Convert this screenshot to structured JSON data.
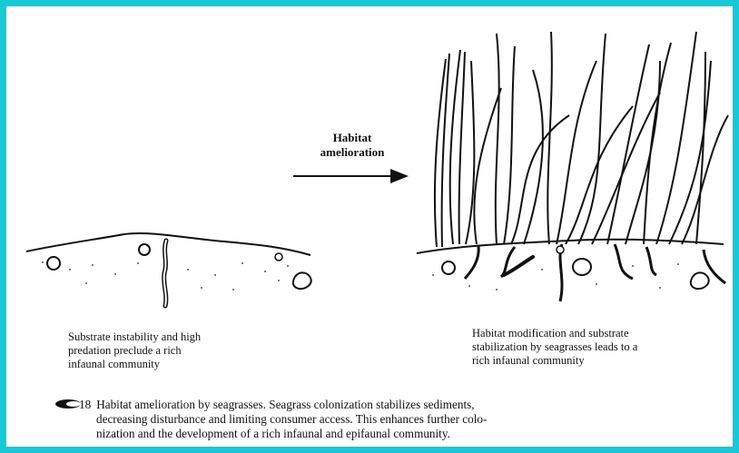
{
  "diagram": {
    "arrow_label": [
      "Habitat",
      "amelioration"
    ],
    "left_caption": [
      "Substrate instability and high",
      "predation preclude a rich",
      "infaunal community"
    ],
    "right_caption": [
      "Habitat modification and substrate",
      "stabilization by seagrasses leads to a",
      "rich infaunal community"
    ]
  },
  "figure": {
    "icon": "book-icon",
    "number": "18",
    "caption_lines": [
      "Habitat amelioration by seagrasses. Seagrass colonization stabilizes sediments,",
      "decreasing disturbance and limiting consumer access. This enhances further colo-",
      "nization and the development of a rich infaunal and epifaunal community."
    ]
  },
  "colors": {
    "border": "#16c9d6",
    "ink": "#111111",
    "background": "#ffffff"
  }
}
